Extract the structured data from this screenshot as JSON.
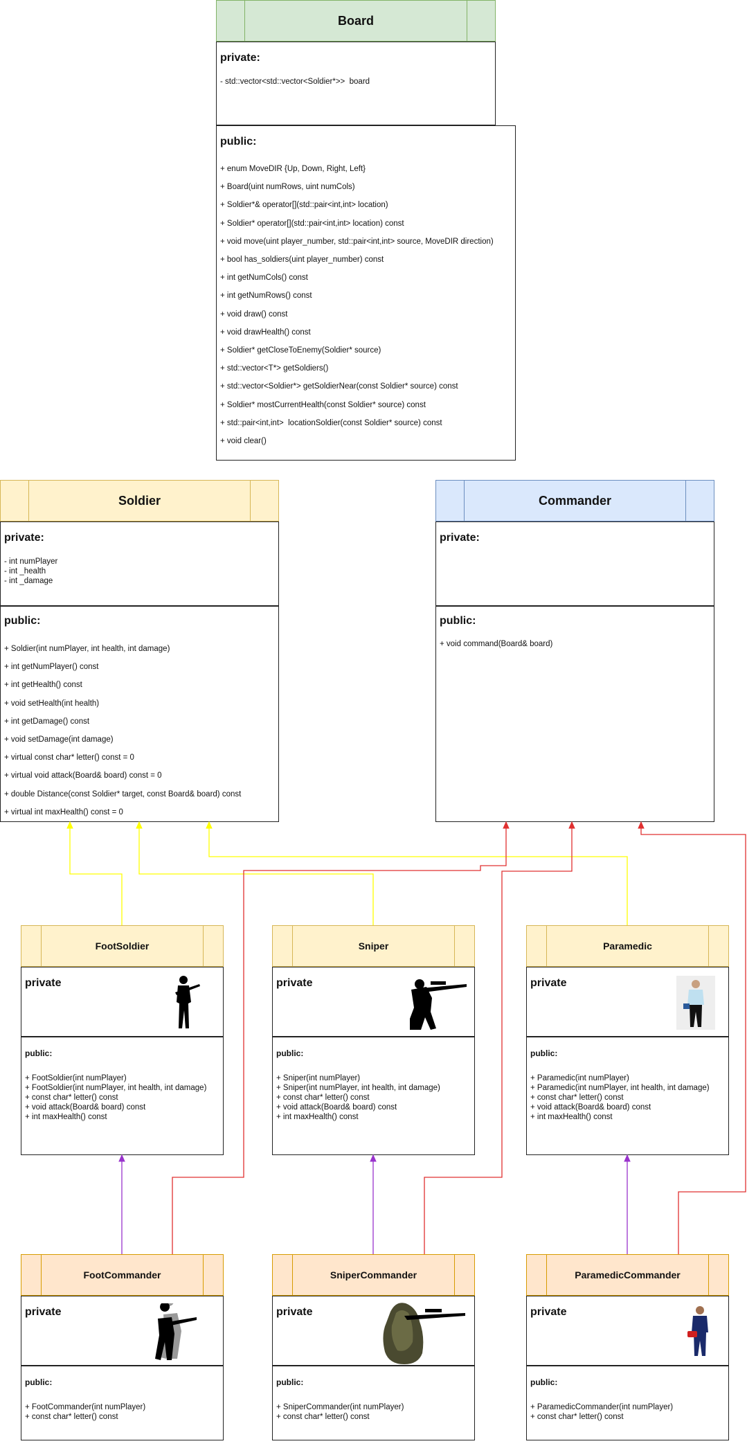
{
  "colors": {
    "board_header": "#d5e8d4",
    "board_border": "#82b366",
    "soldier_header": "#fff2cc",
    "soldier_border": "#d6b656",
    "commander_header": "#dae8fc",
    "commander_border": "#6c8ebf",
    "cmdclass_header": "#ffe6cc",
    "cmdclass_border": "#d79b00",
    "arrow_yellow": "#ffff00",
    "arrow_red": "#e03030",
    "arrow_purple": "#9933cc"
  },
  "board": {
    "title": "Board",
    "private_label": "private:",
    "private_lines": [
      "- std::vector<std::vector<Soldier*>>  board"
    ],
    "public_label": "public:",
    "public_lines": [
      "+ enum MoveDIR {Up, Down, Right, Left}",
      "+ Board(uint numRows, uint numCols)",
      "+ Soldier*& operator[](std::pair<int,int> location)",
      "+ Soldier* operator[](std::pair<int,int> location) const",
      "+ void move(uint player_number, std::pair<int,int> source, MoveDIR direction)",
      "+ bool has_soldiers(uint player_number) const",
      "+ int getNumCols() const",
      "+ int getNumRows() const",
      "+ void draw() const",
      "+ void drawHealth() const",
      "+ Soldier* getCloseToEnemy(Soldier* source)",
      "+ std::vector<T*> getSoldiers()",
      "+ std::vector<Soldier*> getSoldierNear(const Soldier* source) const",
      "+ Soldier* mostCurrentHealth(const Soldier* source) const",
      "+ std::pair<int,int>  locationSoldier(const Soldier* source) const",
      "+ void clear()"
    ]
  },
  "soldier": {
    "title": "Soldier",
    "private_label": "private:",
    "private_lines": [
      "- int numPlayer",
      "- int _health",
      "- int _damage"
    ],
    "public_label": "public:",
    "public_lines": [
      "+ Soldier(int numPlayer, int health, int damage)",
      "+ int getNumPlayer() const",
      "+ int getHealth() const",
      "+ void setHealth(int health)",
      "+ int getDamage() const",
      "+ void setDamage(int damage)",
      "+ virtual const char* letter() const = 0",
      "+ virtual void attack(Board& board) const = 0",
      "+ double Distance(const Soldier* target, const Board& board) const",
      "+ virtual int maxHealth() const = 0"
    ]
  },
  "commander": {
    "title": "Commander",
    "private_label": "private:",
    "public_label": "public:",
    "public_lines": [
      "+ void command(Board& board)"
    ]
  },
  "foot_soldier": {
    "title": "FootSoldier",
    "private_label": "private",
    "public_label": "public:",
    "public_lines": [
      "+ FootSoldier(int numPlayer)",
      "+ FootSoldier(int numPlayer, int health, int damage)",
      "+ const char* letter() const",
      "+ void attack(Board& board) const",
      "+ int maxHealth() const"
    ]
  },
  "sniper": {
    "title": "Sniper",
    "private_label": "private",
    "public_label": "public:",
    "public_lines": [
      "+ Sniper(int numPlayer)",
      "+ Sniper(int numPlayer, int health, int damage)",
      "+ const char* letter() const",
      "+ void attack(Board& board) const",
      "+ int maxHealth() const"
    ]
  },
  "paramedic": {
    "title": "Paramedic",
    "private_label": "private",
    "public_label": "public:",
    "public_lines": [
      "+ Paramedic(int numPlayer)",
      "+ Paramedic(int numPlayer, int health, int damage)",
      "+ const char* letter() const",
      "+ void attack(Board& board) const",
      "+ int maxHealth() const"
    ]
  },
  "foot_commander": {
    "title": "FootCommander",
    "private_label": "private",
    "public_label": "public:",
    "public_lines": [
      "+ FootCommander(int numPlayer)",
      "+ const char* letter() const"
    ]
  },
  "sniper_commander": {
    "title": "SniperCommander",
    "private_label": "private",
    "public_label": "public:",
    "public_lines": [
      "+ SniperCommander(int numPlayer)",
      "+ const char* letter() const"
    ]
  },
  "paramedic_commander": {
    "title": "ParamedicCommander",
    "private_label": "private",
    "public_label": "public:",
    "public_lines": [
      "+ ParamedicCommander(int numPlayer)",
      "+ const char* letter() const"
    ]
  }
}
